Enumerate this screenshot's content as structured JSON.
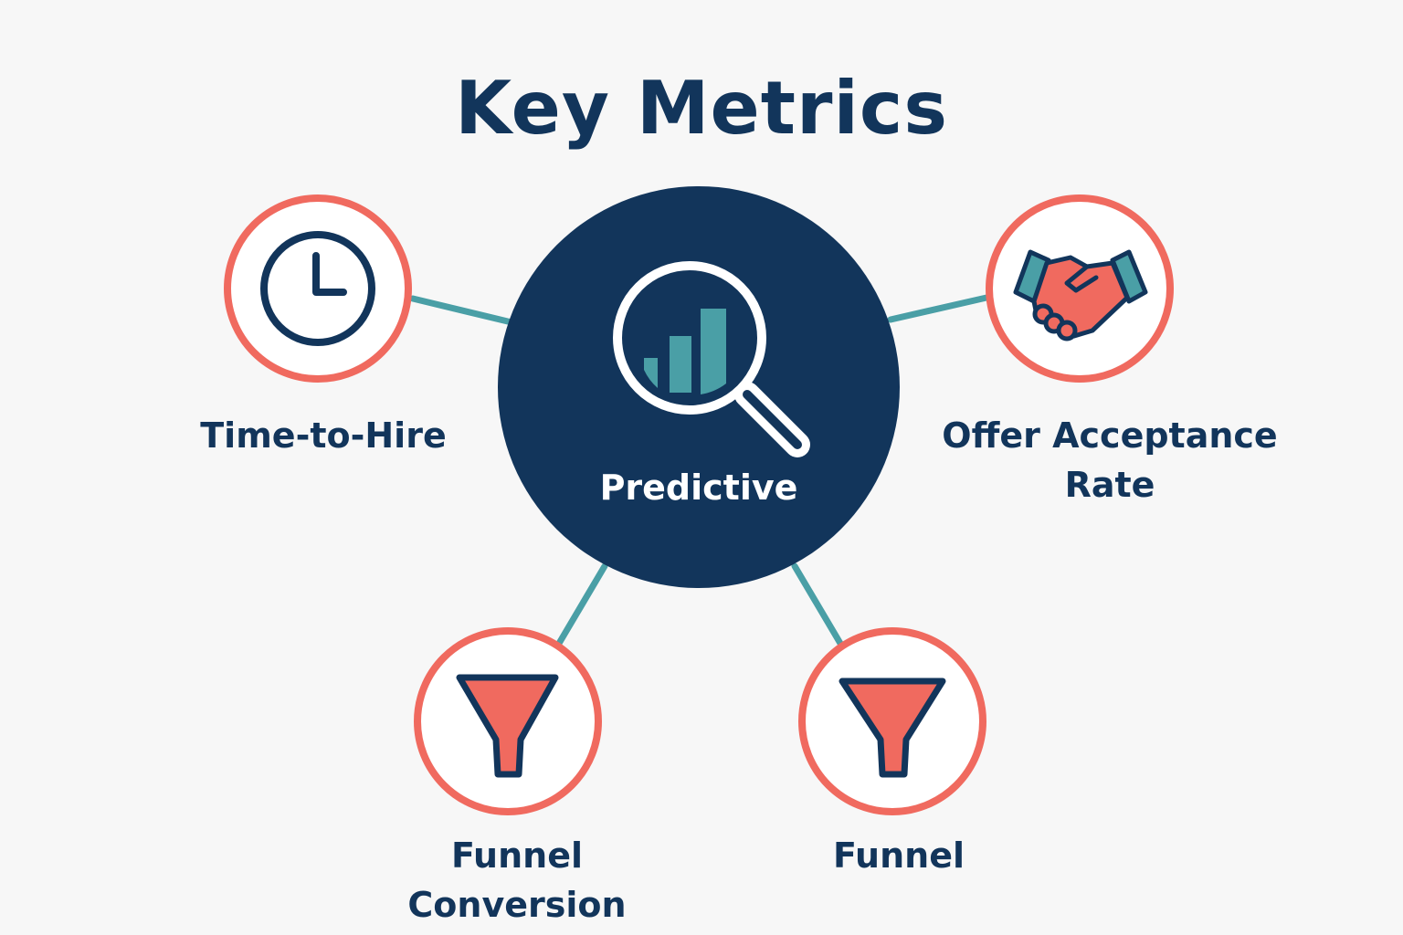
{
  "title": "Key Metrics",
  "colors": {
    "background": "#f7f7f7",
    "navy": "#12355b",
    "coral": "#f06a5f",
    "teal": "#4a9fa6",
    "white": "#ffffff"
  },
  "center": {
    "label": "Predictive",
    "icon": "magnifier-chart-icon"
  },
  "nodes": [
    {
      "label_lines": [
        "Time-to-Hire"
      ],
      "icon": "clock-icon"
    },
    {
      "label_lines": [
        "Offer Acceptance",
        "Rate"
      ],
      "icon": "handshake-icon"
    },
    {
      "label_lines": [
        "Funnel",
        "Conversion"
      ],
      "icon": "funnel-icon"
    },
    {
      "label_lines": [
        "Funnel"
      ],
      "icon": "funnel-icon"
    }
  ]
}
